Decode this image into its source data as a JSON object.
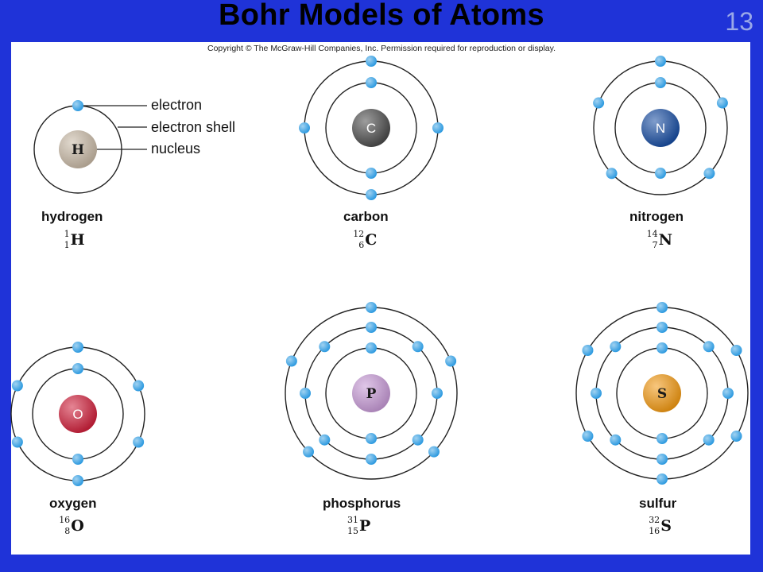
{
  "slide": {
    "title": "Bohr Models of Atoms",
    "number": "13",
    "copyright": "Copyright © The McGraw-Hill Companies, Inc. Permission required for reproduction or display."
  },
  "callouts": {
    "electron": "electron",
    "electron_shell": "electron shell",
    "nucleus": "nucleus"
  },
  "atoms": [
    {
      "name": "hydrogen",
      "symbol": "H",
      "mass": "1",
      "number": "1",
      "shells": [
        1
      ],
      "nucleus_color": "#c8b9a6",
      "text_color": "#1a1a1a",
      "text_bold": true
    },
    {
      "name": "carbon",
      "symbol": "C",
      "mass": "12",
      "number": "6",
      "shells": [
        2,
        4
      ],
      "nucleus_color": "#4d4d4d",
      "text_color": "#ffffff",
      "text_bold": false
    },
    {
      "name": "nitrogen",
      "symbol": "N",
      "mass": "14",
      "number": "7",
      "shells": [
        2,
        5
      ],
      "nucleus_color": "#1a4fa3",
      "text_color": "#ffffff",
      "text_bold": false
    },
    {
      "name": "oxygen",
      "symbol": "O",
      "mass": "16",
      "number": "8",
      "shells": [
        2,
        6
      ],
      "nucleus_color": "#d0213c",
      "text_color": "#ffffff",
      "text_bold": false
    },
    {
      "name": "phosphorus",
      "symbol": "P",
      "mass": "31",
      "number": "15",
      "shells": [
        2,
        8,
        5
      ],
      "nucleus_color": "#c79ad6",
      "text_color": "#1a1a1a",
      "text_bold": true
    },
    {
      "name": "sulfur",
      "symbol": "S",
      "mass": "32",
      "number": "16",
      "shells": [
        2,
        8,
        6
      ],
      "nucleus_color": "#f29a14",
      "text_color": "#1a1a1a",
      "text_bold": true
    }
  ],
  "colors": {
    "background": "#1f33d8",
    "electron": "#2f9be0",
    "shell_stroke": "#222222"
  }
}
